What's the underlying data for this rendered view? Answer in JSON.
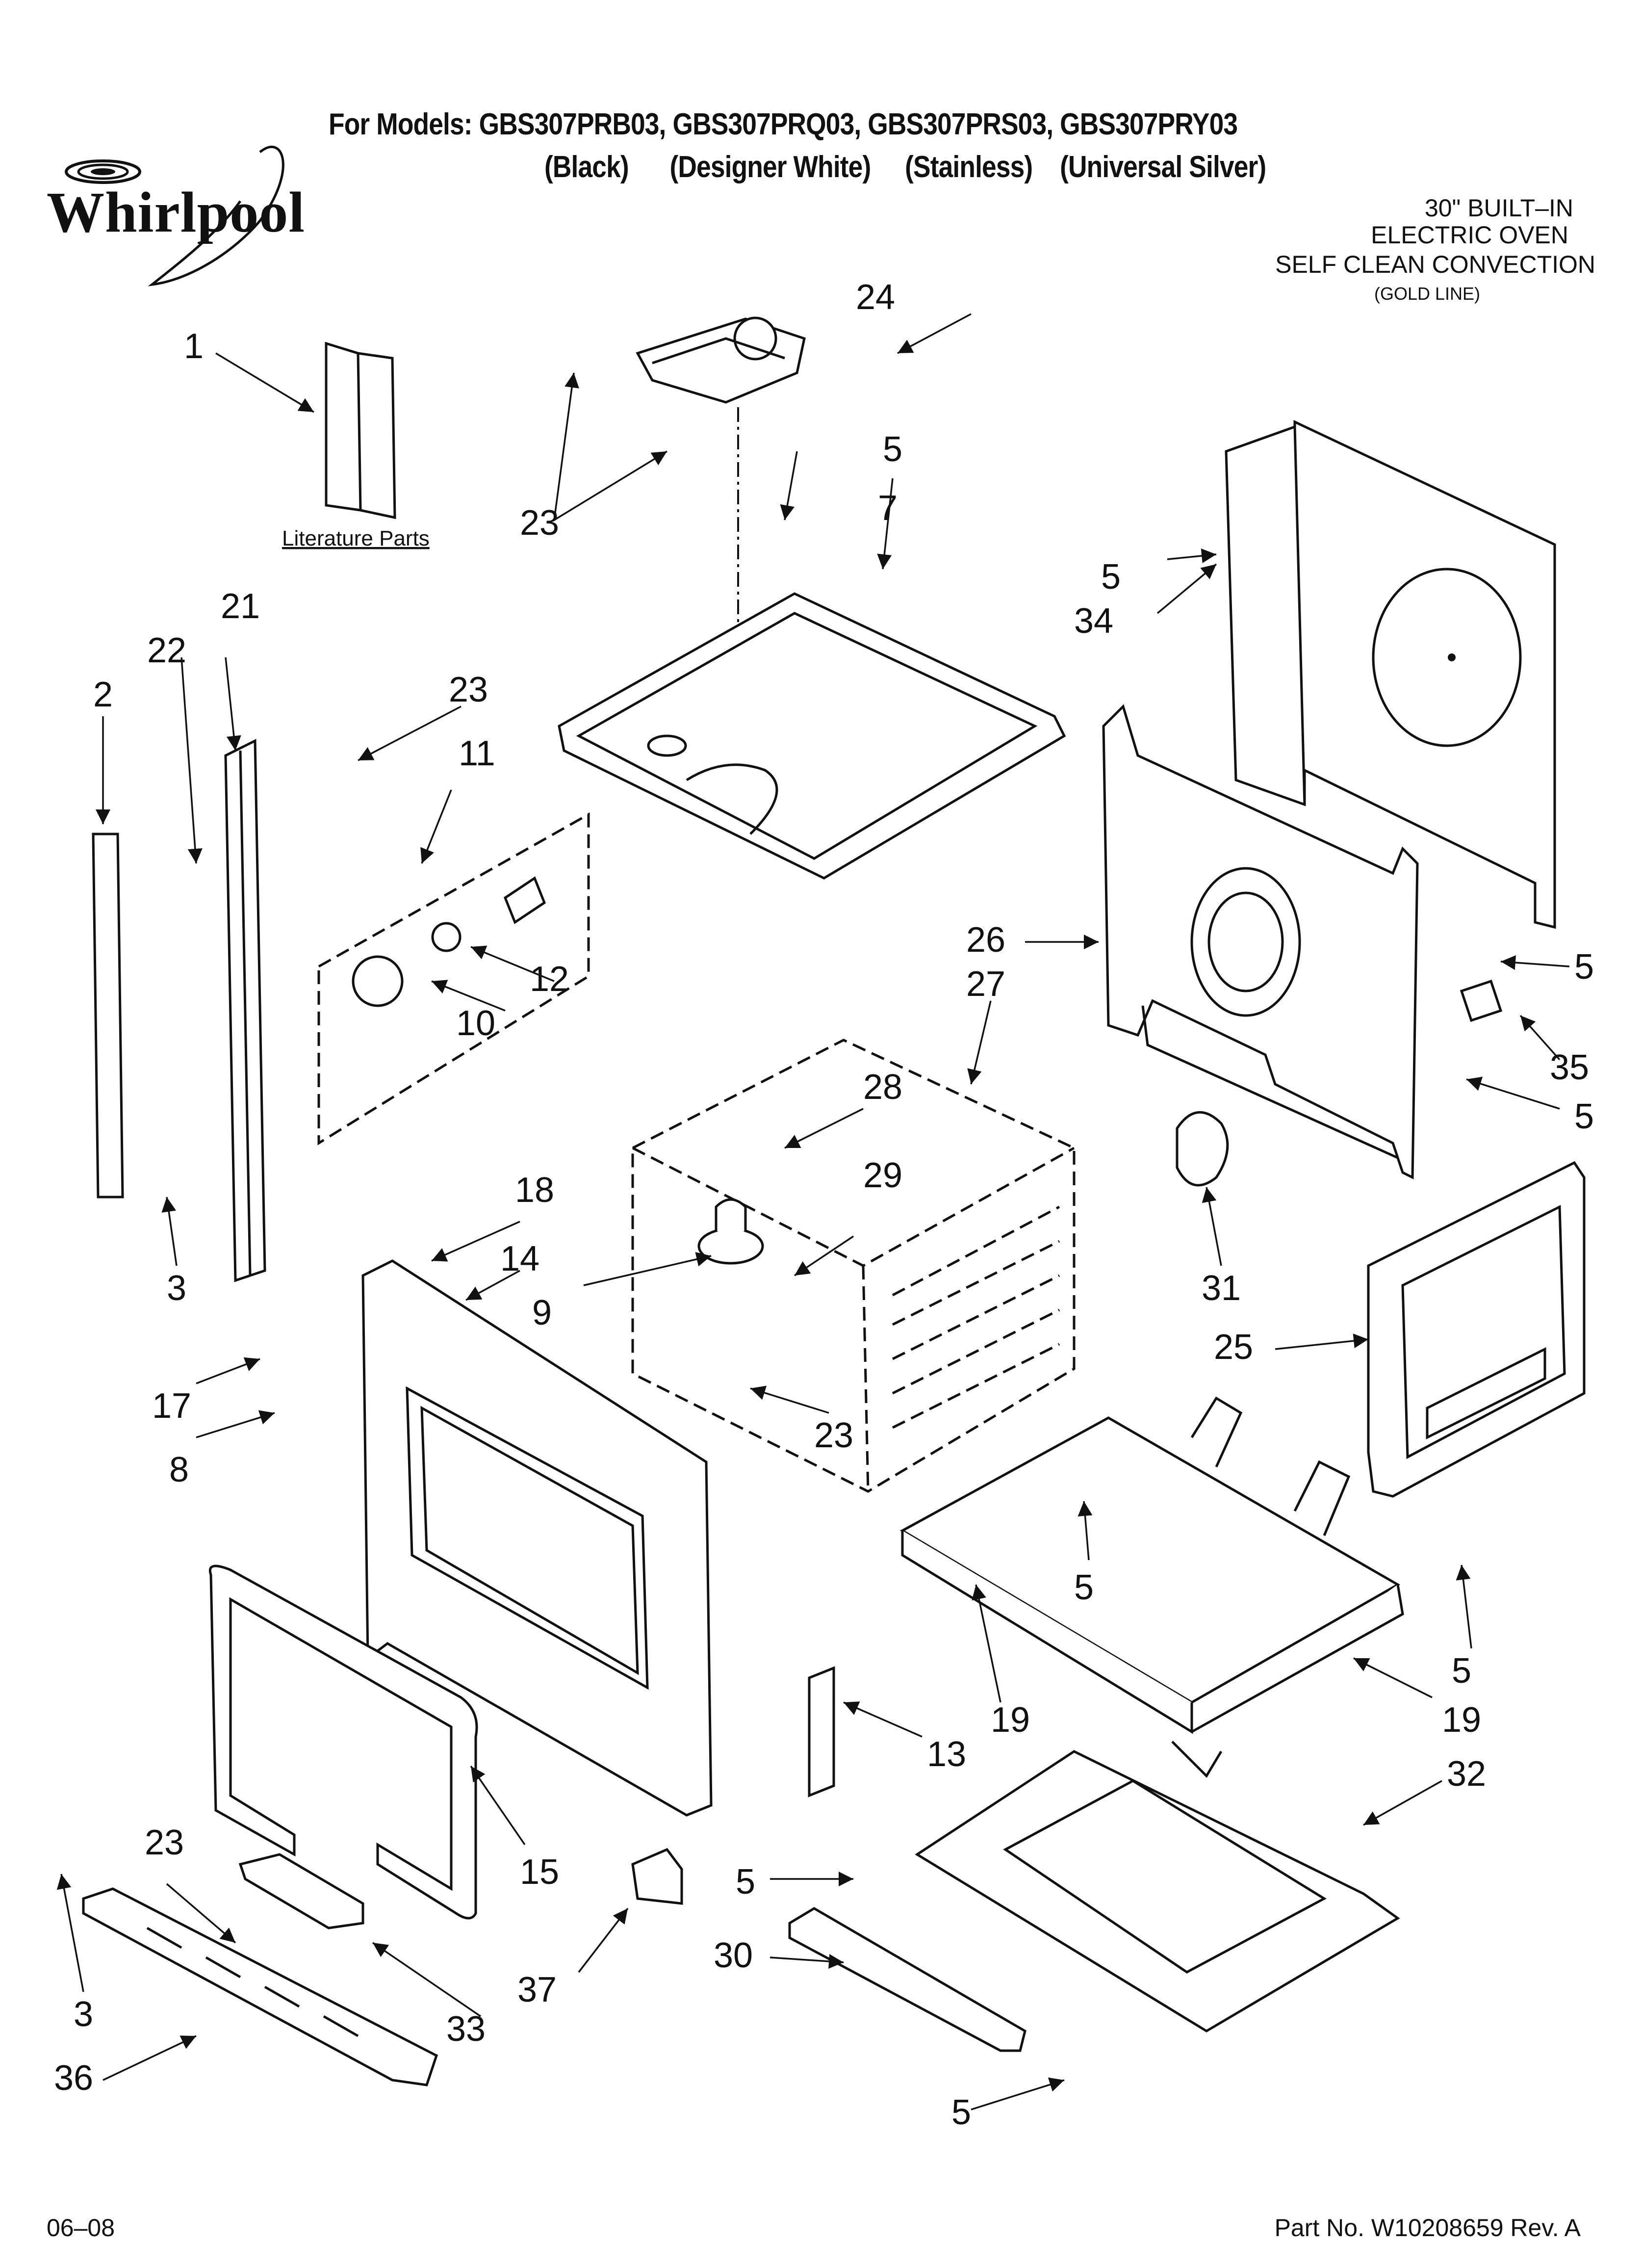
{
  "header": {
    "models_line": "For Models: GBS307PRB03, GBS307PRQ03, GBS307PRS03, GBS307PRY03",
    "finishes_line": "(Black)      (Designer White)     (Stainless)    (Universal Silver)"
  },
  "brand": {
    "logo_text": "Whirlpool"
  },
  "product": {
    "line1": "30\" BUILT–IN",
    "line2": "ELECTRIC OVEN",
    "line3": "SELF CLEAN CONVECTION",
    "line4": "(GOLD LINE)"
  },
  "literature_label": "Literature Parts",
  "callouts": {
    "c1": "1",
    "c2": "2",
    "c3a": "3",
    "c3b": "3",
    "c5a": "5",
    "c5b": "5",
    "c5c": "5",
    "c5d": "5",
    "c5e": "5",
    "c5f": "5",
    "c5g": "5",
    "c5h": "5",
    "c7": "7",
    "c8": "8",
    "c9": "9",
    "c10": "10",
    "c11": "11",
    "c12": "12",
    "c13": "13",
    "c14": "14",
    "c15": "15",
    "c17": "17",
    "c18": "18",
    "c19a": "19",
    "c19b": "19",
    "c21": "21",
    "c22": "22",
    "c23a": "23",
    "c23b": "23",
    "c23c": "23",
    "c23d": "23",
    "c24": "24",
    "c25": "25",
    "c26": "26",
    "c27": "27",
    "c28": "28",
    "c29": "29",
    "c30": "30",
    "c31": "31",
    "c32": "32",
    "c33": "33",
    "c34": "34",
    "c35": "35",
    "c36": "36",
    "c37": "37"
  },
  "footer": {
    "date_code": "06–08",
    "part_number": "Part No. W10208659 Rev. A"
  }
}
